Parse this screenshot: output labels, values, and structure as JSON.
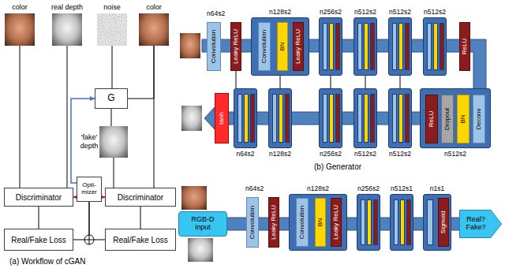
{
  "diagram": {
    "nodes": [
      {
        "text": [
          "color"
        ]
      },
      {
        "text": [
          "real depth"
        ]
      },
      {
        "text": [
          "noise"
        ]
      },
      {
        "text": [
          "color"
        ]
      },
      {
        "text": [
          "G"
        ]
      },
      {
        "text": [
          "'fake' depth"
        ]
      },
      {
        "text": [
          "Discriminator"
        ]
      },
      {
        "text": [
          "Opti- mizer"
        ]
      },
      {
        "text": [
          "Discriminator"
        ]
      },
      {
        "text": [
          "Real/Fake Loss"
        ]
      },
      {
        "text": [
          "Real/Fake Loss"
        ]
      },
      {
        "text": [
          "Convolution"
        ]
      },
      {
        "text": [
          "Leaky ReLU"
        ]
      },
      {
        "text": [
          "n128s2"
        ]
      },
      {
        "text": [
          "Convolution"
        ],
        "in": 13
      },
      {
        "text": [
          "BN"
        ],
        "in": 13
      },
      {
        "text": [
          "Leaky ReLU"
        ],
        "in": 13
      },
      {
        "text": [
          "n256s2"
        ]
      },
      {
        "text": [
          "n512s2"
        ]
      },
      {
        "text": [
          "n512s2"
        ]
      },
      {
        "text": [
          "n512s2"
        ]
      },
      {
        "text": [
          "ReLU"
        ]
      },
      {
        "text": [
          "tanh"
        ]
      },
      {
        "text": [
          "n64s2"
        ]
      },
      {
        "text": [
          "n128s2"
        ]
      },
      {
        "text": [
          "n256s2"
        ]
      },
      {
        "text": [
          "n512s2"
        ]
      },
      {
        "text": [
          "n512s2"
        ]
      },
      {
        "text": [
          "n512s2"
        ]
      },
      {
        "text": [
          "ReLU"
        ],
        "in": 28
      },
      {
        "text": [
          "Dropout"
        ],
        "in": 28
      },
      {
        "text": [
          "BN"
        ],
        "in": 28
      },
      {
        "text": [
          "Deconv"
        ],
        "in": 28
      },
      {
        "text": [
          "RGB-D input"
        ]
      },
      {
        "text": [
          "Convolution"
        ]
      },
      {
        "text": [
          "Leaky ReLU"
        ]
      },
      {
        "text": [
          "n128s2"
        ]
      },
      {
        "text": [
          "Convolution"
        ],
        "in": 36
      },
      {
        "text": [
          "BN"
        ],
        "in": 36
      },
      {
        "text": [
          "Leaky ReLU"
        ],
        "in": 36
      },
      {
        "text": [
          "n256s2"
        ]
      },
      {
        "text": [
          "n512s1"
        ]
      },
      {
        "text": [
          "n1s1"
        ]
      },
      {
        "text": [
          "Sigmoid"
        ],
        "in": 42
      },
      {
        "text": [
          "Real? Fake?"
        ]
      }
    ],
    "edges": [
      {
        "from": 0,
        "to": 6,
        "arrow": "none"
      },
      {
        "from": 1,
        "to": 6,
        "arrow": "none"
      },
      {
        "from": 2,
        "to": 4,
        "arrow": "none"
      },
      {
        "from": 3,
        "to": 4,
        "arrow": "none"
      },
      {
        "from": 3,
        "to": 8,
        "arrow": "none"
      },
      {
        "from": 4,
        "to": 5,
        "arrow": "none"
      },
      {
        "from": 5,
        "to": 8,
        "arrow": "none"
      },
      {
        "from": 6,
        "to": 9,
        "arrow": "none"
      },
      {
        "from": 8,
        "to": 10,
        "arrow": "none"
      },
      {
        "from": 9,
        "to": 7,
        "arrow": "none"
      },
      {
        "from": 10,
        "to": 7,
        "arrow": "none"
      },
      {
        "from": 7,
        "to": 4,
        "arrow": "to"
      },
      {
        "from": 7,
        "to": 6,
        "arrow": "to"
      },
      {
        "from": 7,
        "to": 8,
        "arrow": "to"
      },
      {
        "from": 12,
        "to": 23,
        "arrow": "none"
      },
      {
        "from": 13,
        "to": 24,
        "arrow": "none"
      },
      {
        "from": 17,
        "to": 25,
        "arrow": "none"
      },
      {
        "from": 18,
        "to": 26,
        "arrow": "none"
      },
      {
        "from": 19,
        "to": 27,
        "arrow": "none"
      }
    ],
    "labels": [
      "n64s2",
      "n64s2",
      "(a) Workflow of cGAN",
      "(b) Generator"
    ]
  }
}
